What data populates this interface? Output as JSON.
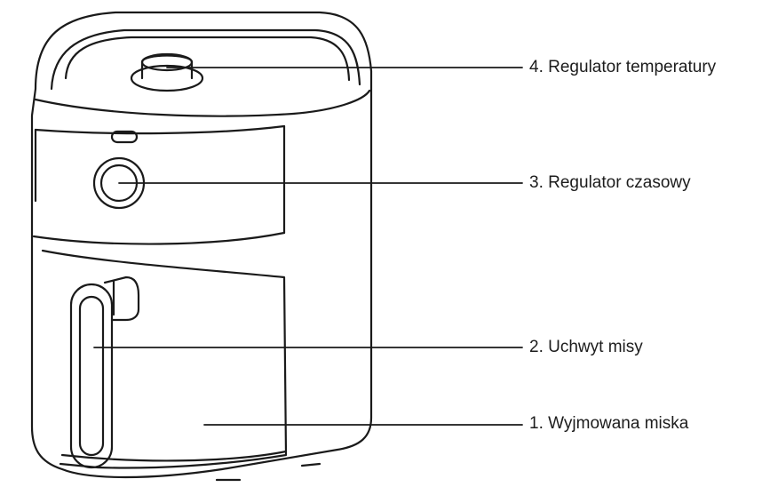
{
  "callouts": [
    {
      "number": "4.",
      "text": "Regulator temperatury"
    },
    {
      "number": "3.",
      "text": "Regulator czasowy"
    },
    {
      "number": "2.",
      "text": "Uchwyt misy"
    },
    {
      "number": "1.",
      "text": "Wyjmowana miska"
    }
  ],
  "colors": {
    "stroke": "#1a1a1a",
    "background": "#ffffff"
  }
}
